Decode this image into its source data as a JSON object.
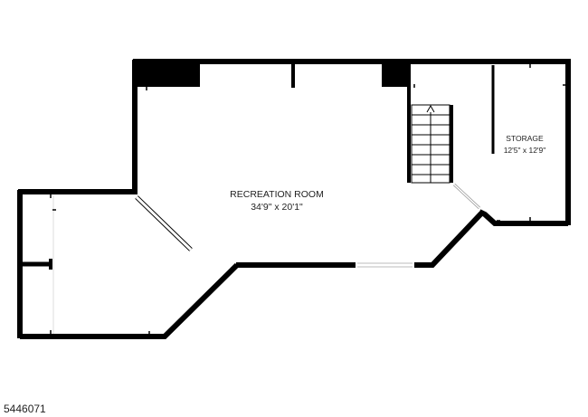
{
  "rooms": [
    {
      "name": "RECREATION ROOM",
      "dimensions": "34'9\" x 20'1\""
    },
    {
      "name": "STORAGE",
      "dimensions": "12'5\" x 12'9\""
    }
  ],
  "listing_id": "5446071",
  "colors": {
    "wall": "#000000",
    "background": "#ffffff",
    "text": "#222222"
  }
}
